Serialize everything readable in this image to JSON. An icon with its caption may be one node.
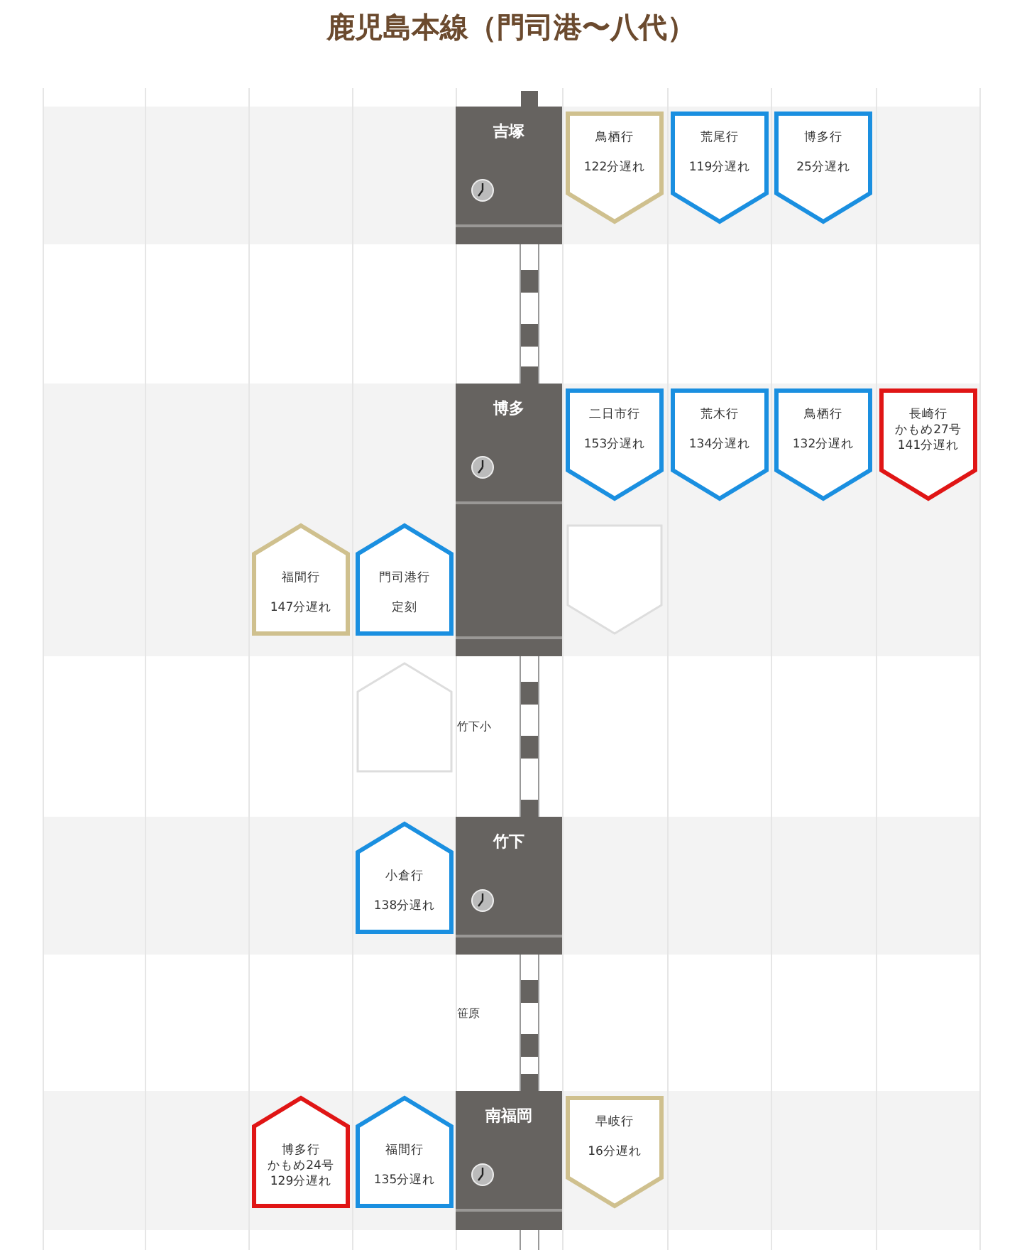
{
  "diagram": {
    "title": "鹿児島本線（門司港〜八代）",
    "nodes": [
      {
        "text": [
          "吉塚"
        ]
      },
      {
        "text": [
          "鳥栖行",
          "122分遅れ"
        ]
      },
      {
        "text": [
          "荒尾行",
          "119分遅れ"
        ]
      },
      {
        "text": [
          "博多行",
          "25分遅れ"
        ]
      },
      {
        "text": [
          "博多"
        ]
      },
      {
        "text": [
          "二日市行",
          "153分遅れ"
        ]
      },
      {
        "text": [
          "荒木行",
          "134分遅れ"
        ]
      },
      {
        "text": [
          "鳥栖行",
          "132分遅れ"
        ]
      },
      {
        "text": [
          "長崎行",
          "かもめ27号",
          "141分遅れ"
        ]
      },
      {
        "text": [
          "福間行",
          "147分遅れ"
        ]
      },
      {
        "text": [
          "門司港行",
          "定刻"
        ]
      },
      {
        "text": [],
        "shape": "pentagon"
      },
      {
        "text": [],
        "shape": "pentagon"
      },
      {
        "text": [
          "小倉行",
          "138分遅れ"
        ]
      },
      {
        "text": [
          "竹下"
        ]
      },
      {
        "text": [
          "博多行",
          "かもめ24号",
          "129分遅れ"
        ]
      },
      {
        "text": [
          "福間行",
          "135分遅れ"
        ]
      },
      {
        "text": [
          "南福岡"
        ]
      },
      {
        "text": [
          "早岐行",
          "16分遅れ"
        ]
      }
    ],
    "labels": [
      "竹下小",
      "笹原"
    ]
  }
}
